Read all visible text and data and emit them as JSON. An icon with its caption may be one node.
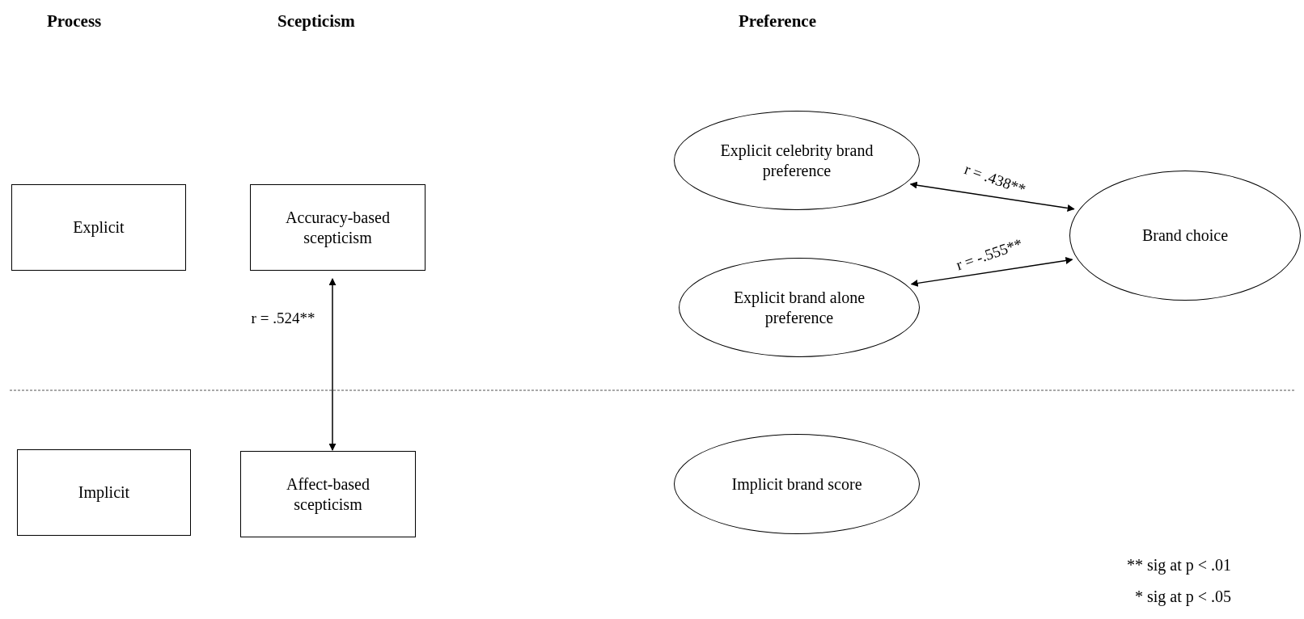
{
  "diagram": {
    "nodes": [
      {
        "text": [
          "Explicit"
        ]
      },
      {
        "text": [
          "Accuracy-based scepticism"
        ]
      },
      {
        "text": [
          "Explicit celebrity brand preference"
        ]
      },
      {
        "text": [
          "Brand choice"
        ]
      },
      {
        "text": [
          "Explicit brand alone preference"
        ]
      },
      {
        "text": [
          "Implicit"
        ]
      },
      {
        "text": [
          "Affect-based scepticism"
        ]
      },
      {
        "text": [
          "Implicit brand score"
        ]
      }
    ],
    "edges": [
      {
        "from": 1,
        "to": 6,
        "arrow": "both",
        "label": "r = .524**"
      },
      {
        "from": 2,
        "to": 3,
        "arrow": "both",
        "label": "r = .438**"
      },
      {
        "from": 4,
        "to": 3,
        "arrow": "both",
        "label": "r = -.555**"
      }
    ],
    "labels": [
      "Process",
      "Scepticism",
      "Preference",
      "** sig at p < .01",
      "* sig at p < .05"
    ]
  }
}
